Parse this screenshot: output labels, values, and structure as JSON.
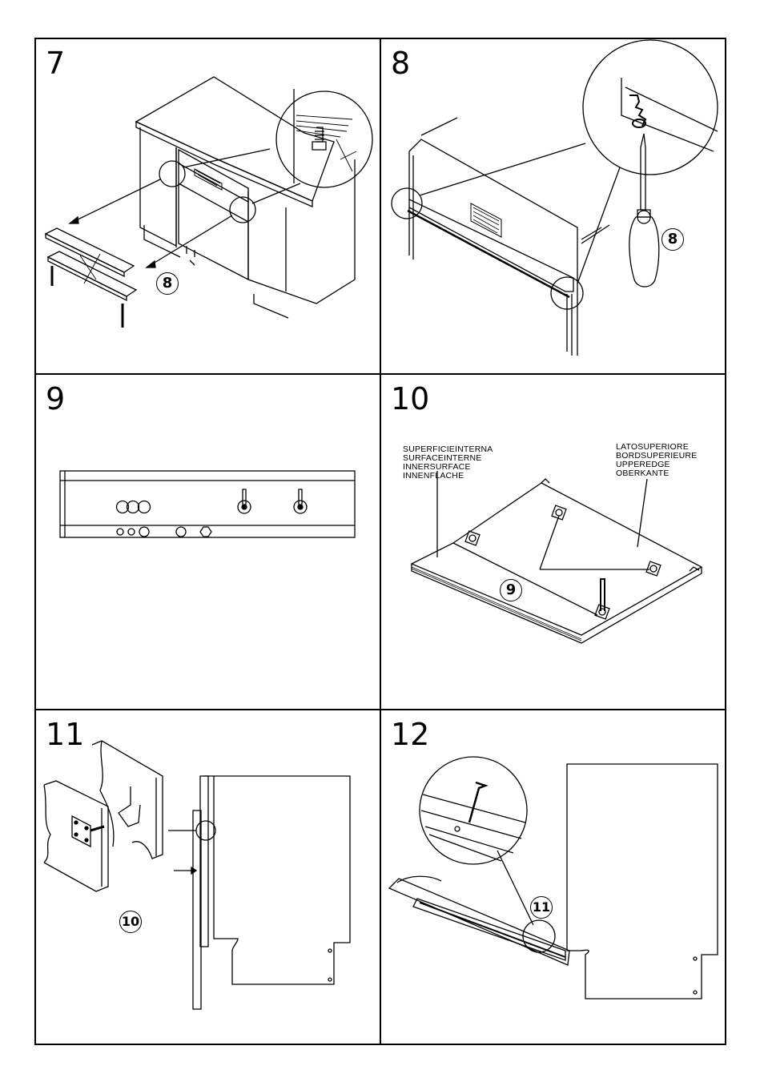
{
  "steps": [
    {
      "number": "7",
      "callout": "8"
    },
    {
      "number": "8",
      "callout": "8"
    },
    {
      "number": "9"
    },
    {
      "number": "10",
      "callout": "9",
      "labels_left": [
        "SUPERFICIEINTERNA",
        "SURFACEINTERNE",
        "INNERSURFACE",
        "INNENFLACHE"
      ],
      "labels_right": [
        "LATOSUPERIORE",
        "BORDSUPERIEURE",
        "UPPEREDGE",
        "OBERKANTE"
      ]
    },
    {
      "number": "11",
      "callout": "10"
    },
    {
      "number": "12",
      "callout": "11"
    }
  ]
}
